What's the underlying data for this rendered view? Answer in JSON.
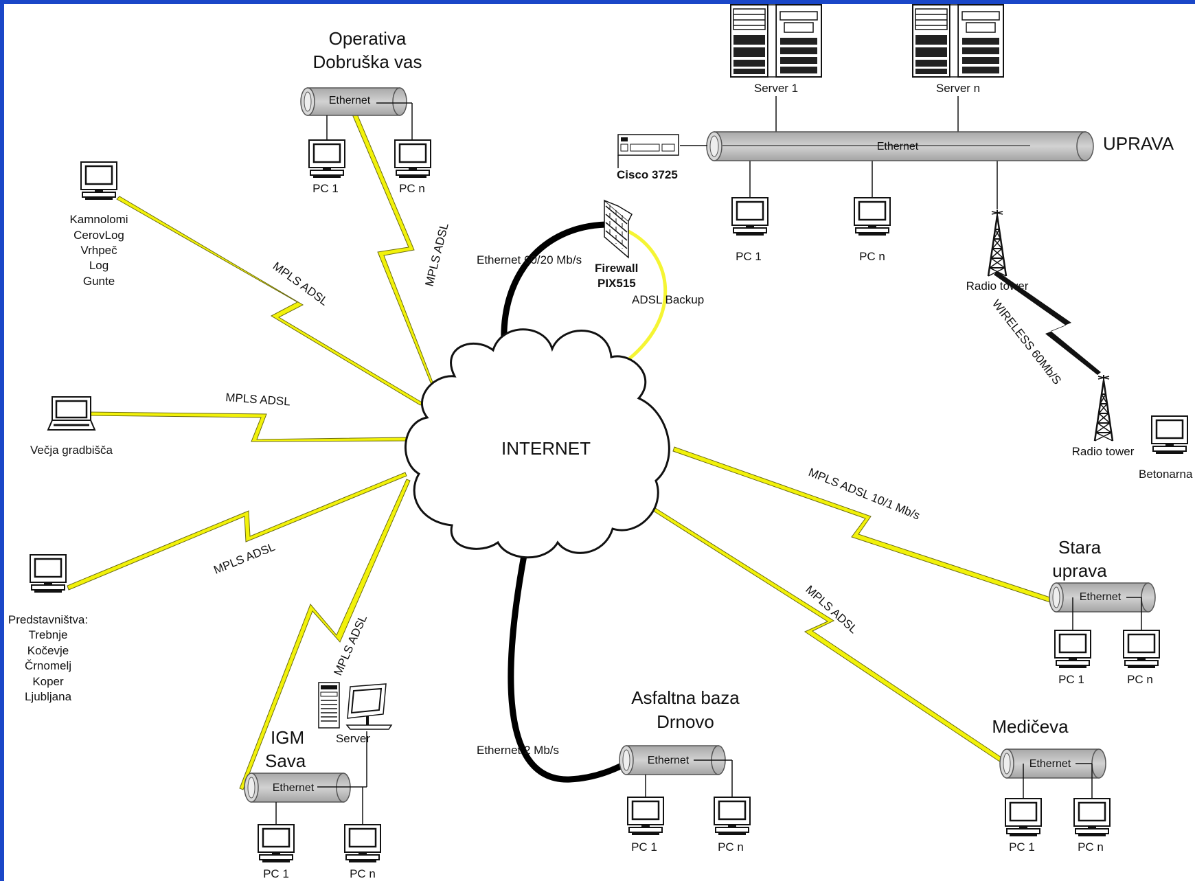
{
  "colors": {
    "frame": "#1a47c8",
    "canvas": "#ffffff",
    "bolt": "#f2f20a",
    "bolt_outline": "#6b6b10",
    "cable": "#000000",
    "backup": "#f5f533",
    "ethernet_bus": "#c4c4c4"
  },
  "cloud": {
    "label": "INTERNET"
  },
  "uprava": {
    "site": "UPRAVA",
    "servers": [
      {
        "label": "Server 1"
      },
      {
        "label": "Server n"
      }
    ],
    "router": "Cisco 3725",
    "firewall": [
      "Firewall",
      "PIX515"
    ],
    "ethernet": "Ethernet",
    "pcs": [
      "PC 1",
      "PC n"
    ],
    "radio_tower": "Radio tower",
    "wireless_link": "WIRELESS 60Mb/S"
  },
  "betonarna": {
    "radio_tower": "Radio tower",
    "site": "Betonarna"
  },
  "links": {
    "main": "Ethernet 60/20 Mb/s",
    "backup": "ADSL Backup",
    "operativa": "MPLS ADSL",
    "kamnolomi": "MPLS ADSL",
    "vecja": "MPLS ADSL",
    "predstavnistva": "MPLS ADSL",
    "igm": "MPLS ADSL",
    "stara": "MPLS ADSL 10/1 Mb/s",
    "medicev": "MPLS ADSL",
    "asfaltna": "Ethernet 2 Mb/s"
  },
  "operativa": {
    "title": [
      "Operativa",
      "Dobruška vas"
    ],
    "ethernet": "Ethernet",
    "pcs": [
      "PC 1",
      "PC n"
    ]
  },
  "kamnolomi": {
    "lines": [
      "Kamnolomi",
      "CerovLog",
      "Vrhpeč",
      "Log",
      "Gunte"
    ]
  },
  "vecja": {
    "label": "Večja gradbišča"
  },
  "predstavnistva": {
    "lines": [
      "Predstavništva:",
      "Trebnje",
      "Kočevje",
      "Črnomelj",
      "Koper",
      "Ljubljana"
    ]
  },
  "igm": {
    "title": [
      "IGM",
      "Sava"
    ],
    "server": "Server",
    "ethernet": "Ethernet",
    "pcs": [
      "PC 1",
      "PC n"
    ]
  },
  "asfaltna": {
    "title": [
      "Asfaltna baza",
      "Drnovo"
    ],
    "ethernet": "Ethernet",
    "pcs": [
      "PC 1",
      "PC n"
    ]
  },
  "stara": {
    "title": [
      "Stara",
      "uprava"
    ],
    "ethernet": "Ethernet",
    "pcs": [
      "PC 1",
      "PC n"
    ]
  },
  "medicev": {
    "title": "Medičeva",
    "ethernet": "Ethernet",
    "pcs": [
      "PC 1",
      "PC n"
    ]
  }
}
